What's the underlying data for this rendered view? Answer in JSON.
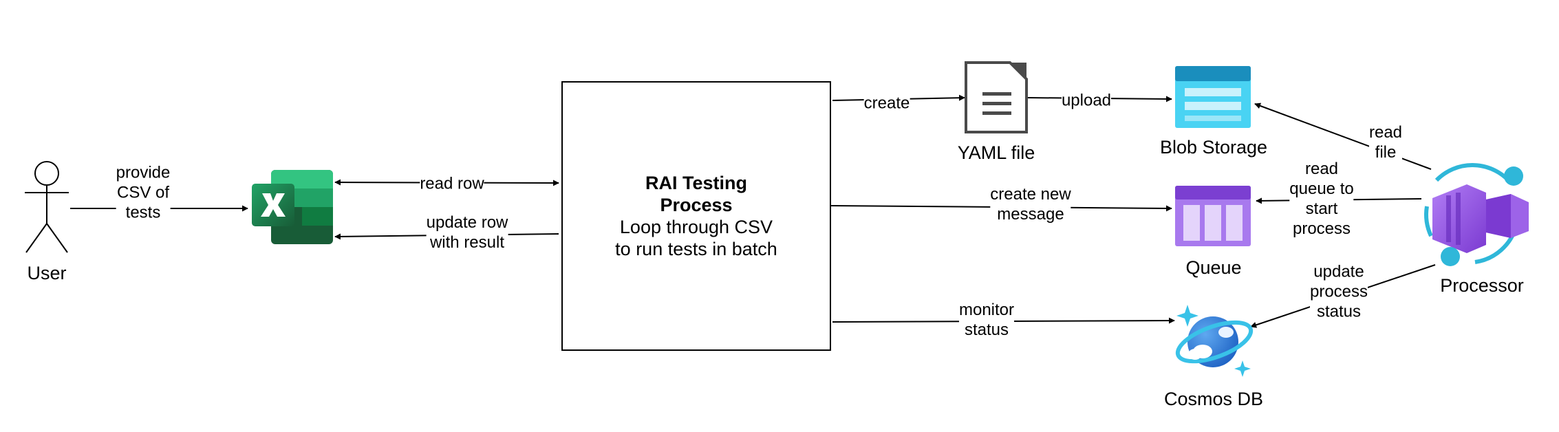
{
  "nodes": {
    "user": "User",
    "process": {
      "title_line1": "RAI Testing",
      "title_line2": "Process",
      "desc_line1": "Loop through CSV",
      "desc_line2": "to run tests in batch"
    },
    "yaml": "YAML file",
    "blob": "Blob Storage",
    "queue": "Queue",
    "cosmos": "Cosmos DB",
    "processor": "Processor"
  },
  "edges": {
    "provide_csv": [
      "provide",
      "CSV of",
      "tests"
    ],
    "read_row": "read row",
    "update_row": [
      "update row",
      "with result"
    ],
    "create": "create",
    "upload": "upload",
    "create_message": [
      "create new",
      "message"
    ],
    "monitor_status": [
      "monitor",
      "status"
    ],
    "read_file": [
      "read",
      "file"
    ],
    "read_queue": [
      "read",
      "queue to",
      "start",
      "process"
    ],
    "update_status": [
      "update",
      "process",
      "status"
    ]
  },
  "colors": {
    "excel_green": "#1d6f42",
    "blob_blue": "#3cc8ea",
    "queue_purple": "#9c5fe0",
    "cosmos_blue": "#2f7bd8",
    "processor_purple": "#8a45d8",
    "processor_cyan": "#2fb7d9"
  },
  "icons": [
    "stick-figure-icon",
    "excel-icon",
    "document-icon",
    "storage-icon",
    "queue-icon",
    "cosmos-db-icon",
    "processor-icon"
  ]
}
